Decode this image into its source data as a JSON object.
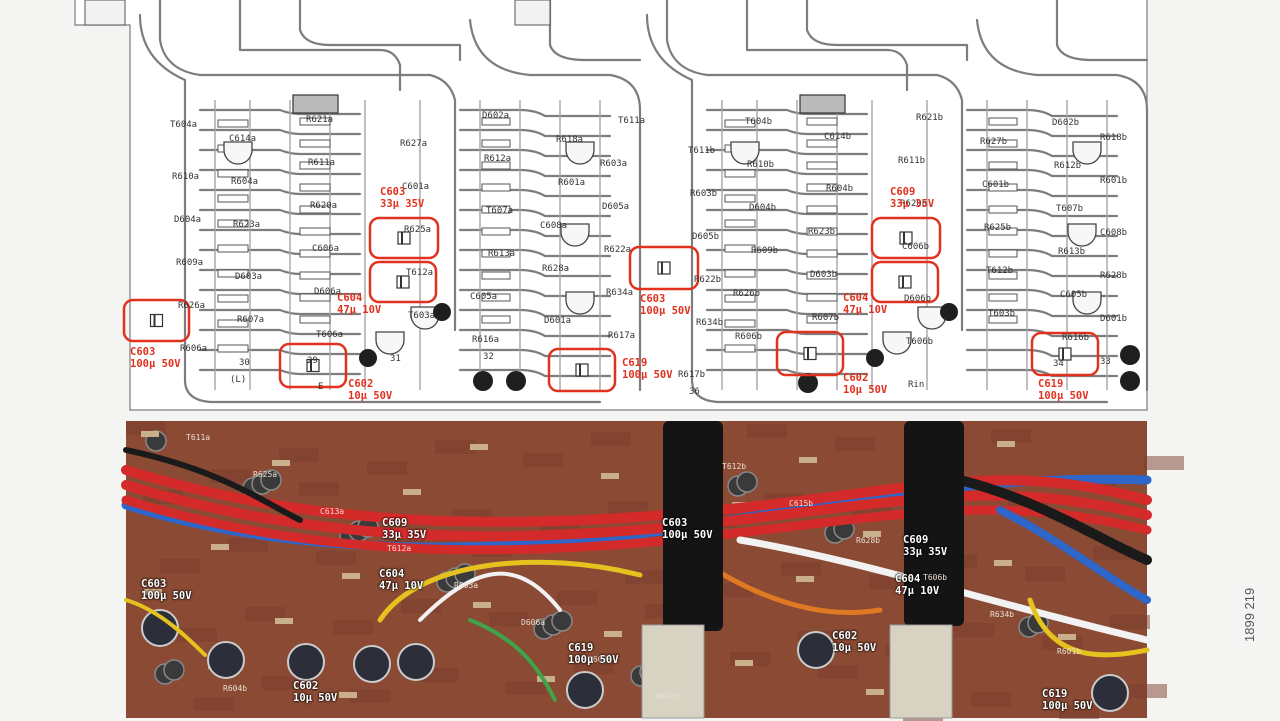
{
  "schematic": {
    "highlights": [
      {
        "id": "c603a",
        "text": "C603\n100µ 50V"
      },
      {
        "id": "c602a",
        "text": "C602\n10µ 50V"
      },
      {
        "id": "c603-c609a",
        "text": "C603\n33µ 35V"
      },
      {
        "id": "c604a",
        "text": "C604\n47µ 10V"
      },
      {
        "id": "c619a",
        "text": "C619\n100µ 50V"
      },
      {
        "id": "c603b",
        "text": "C603\n100µ 50V"
      },
      {
        "id": "c609b",
        "text": "C609\n33µ 35V"
      },
      {
        "id": "c604b",
        "text": "C604\n47µ 10V"
      },
      {
        "id": "c602b",
        "text": "C602\n10µ 50V"
      },
      {
        "id": "c619b",
        "text": "C619\n100µ 50V"
      }
    ],
    "silkscreen": [
      {
        "text": "T604a"
      },
      {
        "text": "T604b"
      },
      {
        "text": "R621a"
      },
      {
        "text": "R621b"
      },
      {
        "text": "D602a"
      },
      {
        "text": "D602b"
      },
      {
        "text": "T611a"
      },
      {
        "text": "T611b"
      },
      {
        "text": "C614a"
      },
      {
        "text": "C614b"
      },
      {
        "text": "R627a"
      },
      {
        "text": "R627b"
      },
      {
        "text": "R618a"
      },
      {
        "text": "R618b"
      },
      {
        "text": "R610a"
      },
      {
        "text": "R610b"
      },
      {
        "text": "R611a"
      },
      {
        "text": "R611b"
      },
      {
        "text": "R612a"
      },
      {
        "text": "R612b"
      },
      {
        "text": "R603a"
      },
      {
        "text": "R603b"
      },
      {
        "text": "R604a"
      },
      {
        "text": "R604b"
      },
      {
        "text": "C601a"
      },
      {
        "text": "C601b"
      },
      {
        "text": "R601a"
      },
      {
        "text": "R601b"
      },
      {
        "text": "D604a"
      },
      {
        "text": "D604b"
      },
      {
        "text": "R620a"
      },
      {
        "text": "R620b"
      },
      {
        "text": "T607a"
      },
      {
        "text": "T607b"
      },
      {
        "text": "D605a"
      },
      {
        "text": "D605b"
      },
      {
        "text": "R623a"
      },
      {
        "text": "R623b"
      },
      {
        "text": "R625a"
      },
      {
        "text": "R625b"
      },
      {
        "text": "C608a"
      },
      {
        "text": "C608b"
      },
      {
        "text": "R609a"
      },
      {
        "text": "R609b"
      },
      {
        "text": "C606a"
      },
      {
        "text": "C606b"
      },
      {
        "text": "R613a"
      },
      {
        "text": "R613b"
      },
      {
        "text": "R622a"
      },
      {
        "text": "R622b"
      },
      {
        "text": "D603a"
      },
      {
        "text": "D603b"
      },
      {
        "text": "T612a"
      },
      {
        "text": "T612b"
      },
      {
        "text": "R628a"
      },
      {
        "text": "R628b"
      },
      {
        "text": "R626a"
      },
      {
        "text": "R626b"
      },
      {
        "text": "D606a"
      },
      {
        "text": "D606b"
      },
      {
        "text": "C605a"
      },
      {
        "text": "C605b"
      },
      {
        "text": "R634a"
      },
      {
        "text": "R634b"
      },
      {
        "text": "R607a"
      },
      {
        "text": "R607b"
      },
      {
        "text": "T603a"
      },
      {
        "text": "T603b"
      },
      {
        "text": "D601a"
      },
      {
        "text": "D601b"
      },
      {
        "text": "R606a"
      },
      {
        "text": "R606b"
      },
      {
        "text": "T606a"
      },
      {
        "text": "T606b"
      },
      {
        "text": "R616a"
      },
      {
        "text": "R616b"
      },
      {
        "text": "R617a"
      },
      {
        "text": "R617b"
      },
      {
        "text": "30"
      },
      {
        "text": "29"
      },
      {
        "text": "31"
      },
      {
        "text": "32"
      },
      {
        "text": "34"
      },
      {
        "text": "33"
      },
      {
        "text": "36"
      },
      {
        "text": "(L)"
      },
      {
        "text": "E"
      },
      {
        "text": "Rin"
      }
    ]
  },
  "photo": {
    "labels": [
      {
        "id": "p-c609a",
        "text": "C609\n33µ 35V"
      },
      {
        "id": "p-c603a",
        "text": "C603\n100µ 50V"
      },
      {
        "id": "p-c604a",
        "text": "C604\n47µ 10V"
      },
      {
        "id": "p-c602a",
        "text": "C602\n10µ 50V"
      },
      {
        "id": "p-c619a",
        "text": "C619\n100µ 50V"
      },
      {
        "id": "p-c603b",
        "text": "C603\n100µ 50V"
      },
      {
        "id": "p-c609b",
        "text": "C609\n33µ 35V"
      },
      {
        "id": "p-c604b",
        "text": "C604\n47µ 10V"
      },
      {
        "id": "p-c602b",
        "text": "C602\n10µ 50V"
      },
      {
        "id": "p-c619b",
        "text": "C619\n100µ 50V"
      }
    ],
    "board_print": [
      {
        "text": "T611a"
      },
      {
        "text": "R625a"
      },
      {
        "text": "C613a"
      },
      {
        "text": "T612a"
      },
      {
        "text": "R603a"
      },
      {
        "text": "D606a"
      },
      {
        "text": "T603a"
      },
      {
        "text": "R609b"
      },
      {
        "text": "T612b"
      },
      {
        "text": "C615b"
      },
      {
        "text": "R628b"
      },
      {
        "text": "T606b"
      },
      {
        "text": "R634b"
      },
      {
        "text": "R601b"
      },
      {
        "text": "R604b"
      }
    ]
  },
  "document_number": "1899 219",
  "colors": {
    "highlight": "#e0321f",
    "pcb_trace": "#7d7d7d",
    "pcb_background": "#f4f4f3",
    "board_brown": "#8a4a34",
    "wire_red": "#d42a2a",
    "wire_blue": "#2f66c9",
    "wire_white": "#f2f2f2",
    "wire_yellow": "#e6c21f",
    "wire_black": "#1a1a1a"
  }
}
